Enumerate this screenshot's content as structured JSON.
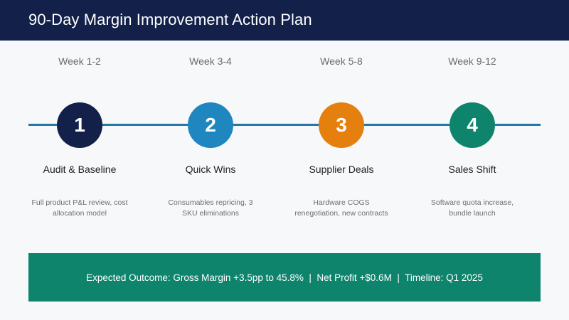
{
  "header": {
    "title": "90-Day Margin Improvement Action Plan"
  },
  "steps": [
    {
      "week": "Week 1-2",
      "number": "1",
      "name": "Audit & Baseline",
      "description": "Full product P&L review, cost allocation model",
      "color": "#12204a"
    },
    {
      "week": "Week 3-4",
      "number": "2",
      "name": "Quick Wins",
      "description": "Consumables repricing, 3 SKU eliminations",
      "color": "#1f86bf"
    },
    {
      "week": "Week 5-8",
      "number": "3",
      "name": "Supplier Deals",
      "description": "Hardware COGS renegotiation, new contracts",
      "color": "#e5800e"
    },
    {
      "week": "Week 9-12",
      "number": "4",
      "name": "Sales Shift",
      "description": "Software quota increase, bundle launch",
      "color": "#0e846c"
    }
  ],
  "outcome": {
    "text": "Expected Outcome: Gross Margin +3.5pp to 45.8%  |  Net Profit +$0.6M  |  Timeline: Q1 2025"
  },
  "colors": {
    "header_bg": "#12204a",
    "timeline": "#2477a8",
    "outcome_bg": "#0e846c"
  }
}
